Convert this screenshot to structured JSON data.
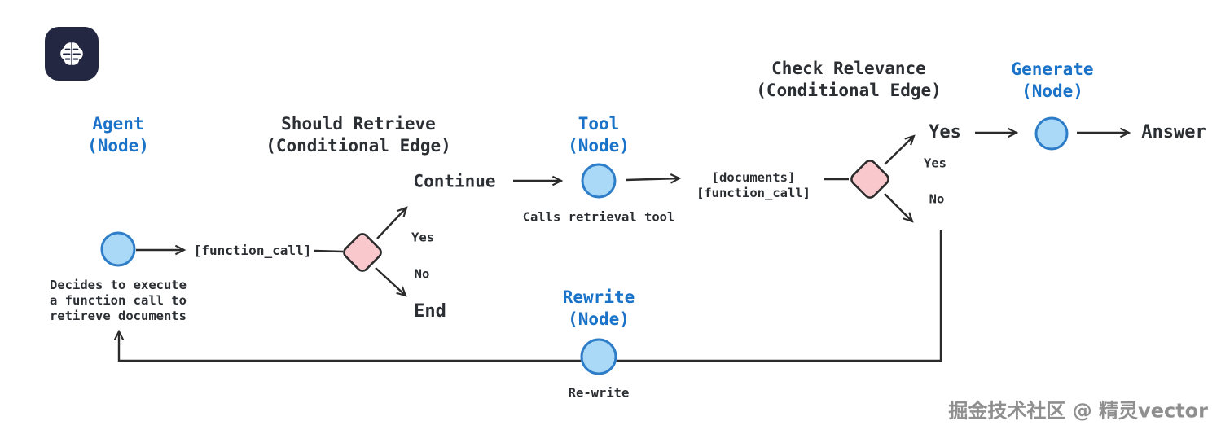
{
  "colors": {
    "accent_blue": "#1a73c8",
    "node_fill": "#a9d9f7",
    "node_border": "#2e7dc8",
    "diamond_fill": "#f9c8cd",
    "line": "#2b2b2b",
    "text_dark": "#2b2f33",
    "logo_bg": "#232741",
    "watermark_gray": "#8f8f8f"
  },
  "logo": {
    "icon": "brain-icon"
  },
  "nodes": {
    "agent": {
      "title": "Agent\n(Node)",
      "caption": "Decides to execute\na function call to\nretireve documents"
    },
    "should_retrieve": {
      "title": "Should Retrieve\n(Conditional Edge)"
    },
    "tool": {
      "title": "Tool\n(Node)",
      "caption": "Calls retrieval tool"
    },
    "check_relevance": {
      "title": "Check Relevance\n(Conditional Edge)"
    },
    "generate": {
      "title": "Generate\n(Node)"
    },
    "rewrite": {
      "title": "Rewrite\n(Node)",
      "caption": "Re-write"
    }
  },
  "labels": {
    "function_call": "[function_call]",
    "documents_stack": "[documents]\n[function_call]",
    "continue": "Continue",
    "yes_small_1": "Yes",
    "no_small_1": "No",
    "end": "End",
    "yes_big": "Yes",
    "yes_small_2": "Yes",
    "no_small_2": "No",
    "answer": "Answer"
  },
  "watermark": "掘金技术社区 @ 精灵vector"
}
